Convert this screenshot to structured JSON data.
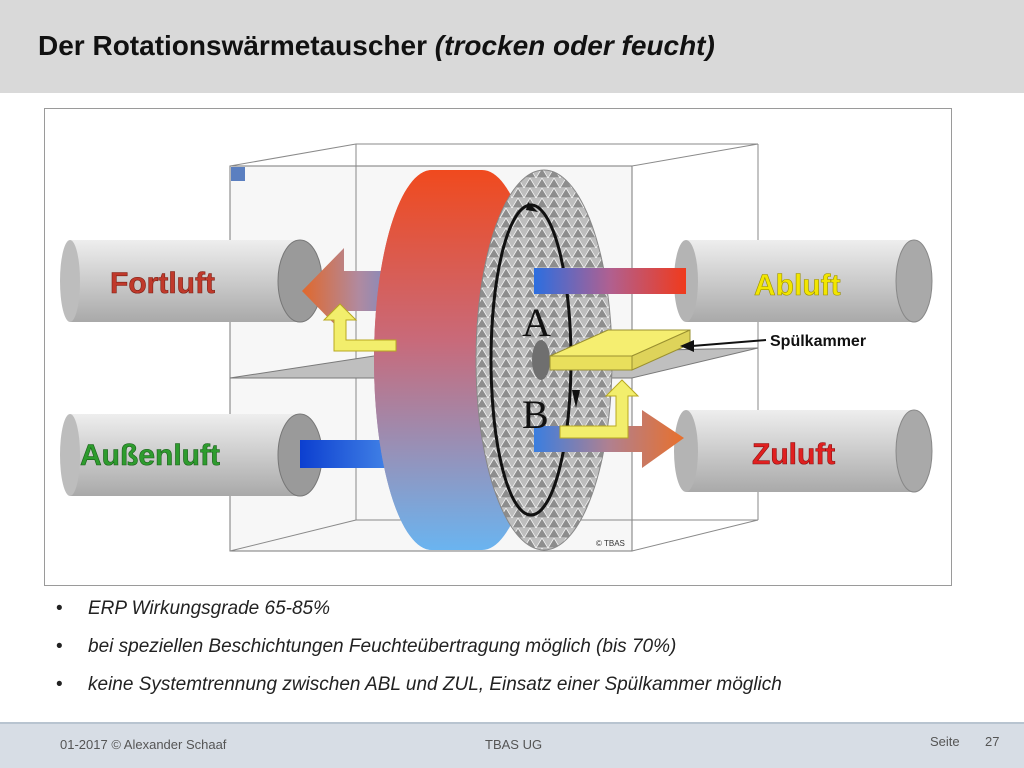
{
  "slide": {
    "title_main": "Der Rotationswärmetauscher ",
    "title_italic": "(trocken oder feucht)"
  },
  "diagram": {
    "labels": {
      "fortluft": "Fortluft",
      "abluft": "Abluft",
      "aussenluft": "Außenluft",
      "zuluft": "Zuluft",
      "spuelkammer": "Spülkammer",
      "sector_a": "A",
      "sector_b": "B",
      "copyright": "© TBAS"
    },
    "colors": {
      "fortluft_text": "#c0392b",
      "abluft_text": "#f2e600",
      "aussenluft_text": "#2e9c2e",
      "zuluft_text": "#e02020",
      "duct": "#c8c8c8",
      "wheel_rim_top": "#f04a1e",
      "wheel_rim_bottom": "#6ab4f0",
      "spuelkammer": "#f5ee70"
    }
  },
  "bullets": [
    {
      "marker": "•",
      "text": "ERP Wirkungsgrade 65-85%"
    },
    {
      "marker": "•",
      "text": "bei speziellen Beschichtungen Feuchteübertragung möglich (bis 70%)"
    },
    {
      "marker": "•",
      "text": "keine Systemtrennung zwischen ABL und ZUL, Einsatz einer Spülkammer möglich"
    }
  ],
  "footer": {
    "left": "01-2017 © Alexander Schaaf",
    "center": "TBAS UG",
    "page_label": "Seite",
    "page_number": "27"
  }
}
